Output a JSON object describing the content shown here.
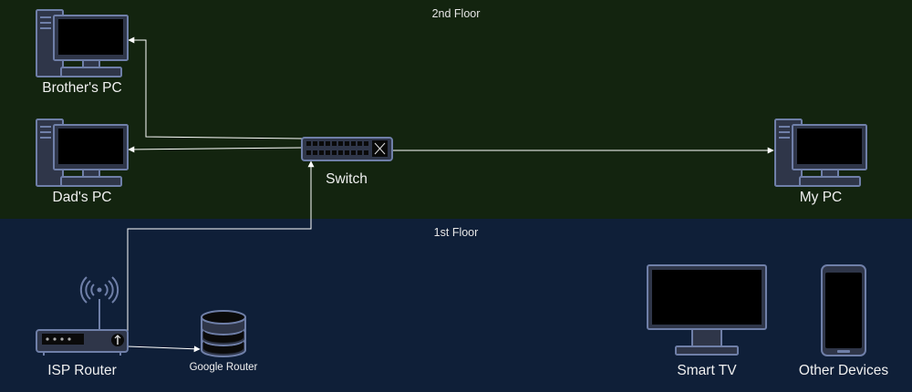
{
  "floors": {
    "upper": "2nd Floor",
    "lower": "1st Floor"
  },
  "nodes": {
    "brother_pc": "Brother's PC",
    "dad_pc": "Dad's PC",
    "switch": "Switch",
    "my_pc": "My PC",
    "isp_router": "ISP Router",
    "google_router": "Google Router",
    "smart_tv": "Smart TV",
    "other_devices": "Other Devices"
  },
  "colors": {
    "upper_floor_bg": "#13240f",
    "lower_floor_bg": "#0f1f38",
    "device_stroke": "#6f7fa8",
    "device_fill": "#2f3649",
    "screen_fill": "#000000",
    "wire": "#ffffff"
  },
  "icons": {
    "pc": "desktop-pc-icon",
    "switch": "network-switch-icon",
    "router": "wireless-router-icon",
    "database": "database-icon",
    "tv": "tv-icon",
    "phone": "smartphone-icon"
  }
}
